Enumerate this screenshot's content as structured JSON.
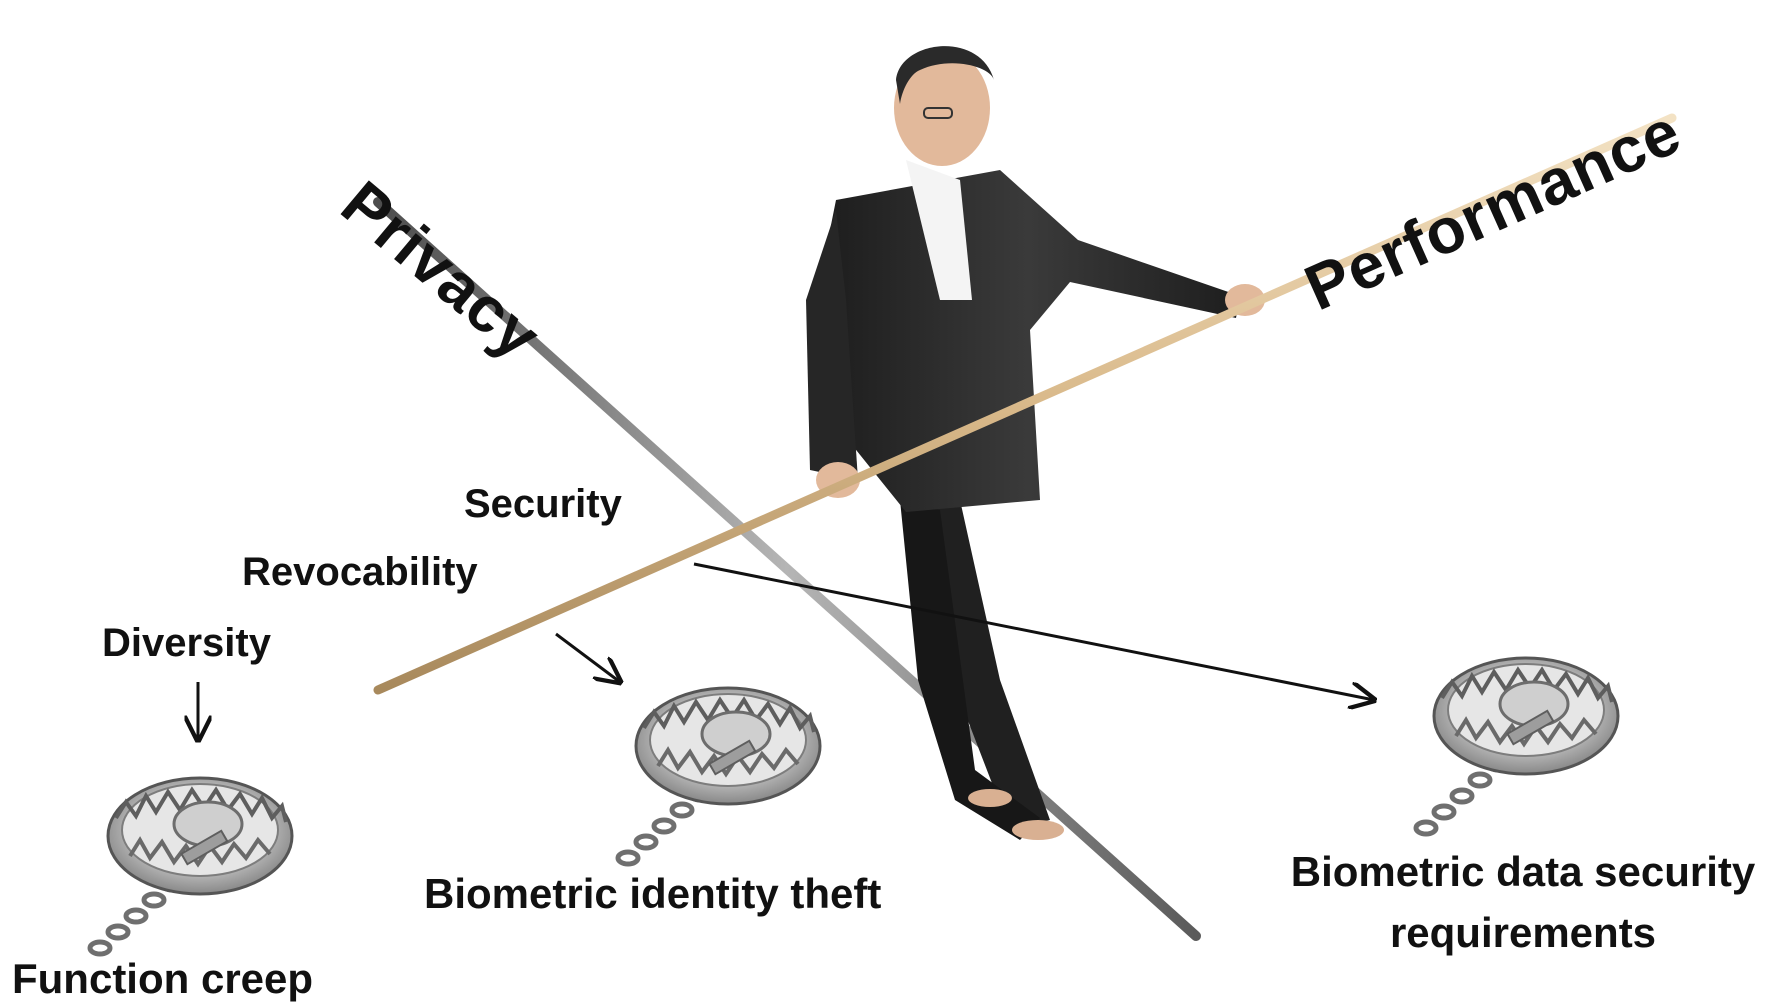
{
  "labels": {
    "privacy": "Privacy",
    "performance": "Performance",
    "security": "Security",
    "revocability": "Revocability",
    "diversity": "Diversity",
    "identity_theft": "Biometric identity theft",
    "function_creep": "Function creep",
    "data_security_line1": "Biometric data security",
    "data_security_line2": "requirements"
  },
  "colors": {
    "text": "#111111",
    "pole": "#d9b98a",
    "rope": "#8a8a8a",
    "suit": "#2a2a2a",
    "trap_metal": "#c9c9c9"
  },
  "icons": [
    "tightrope-walker",
    "balance-pole",
    "tightrope",
    "bear-trap",
    "arrow"
  ]
}
